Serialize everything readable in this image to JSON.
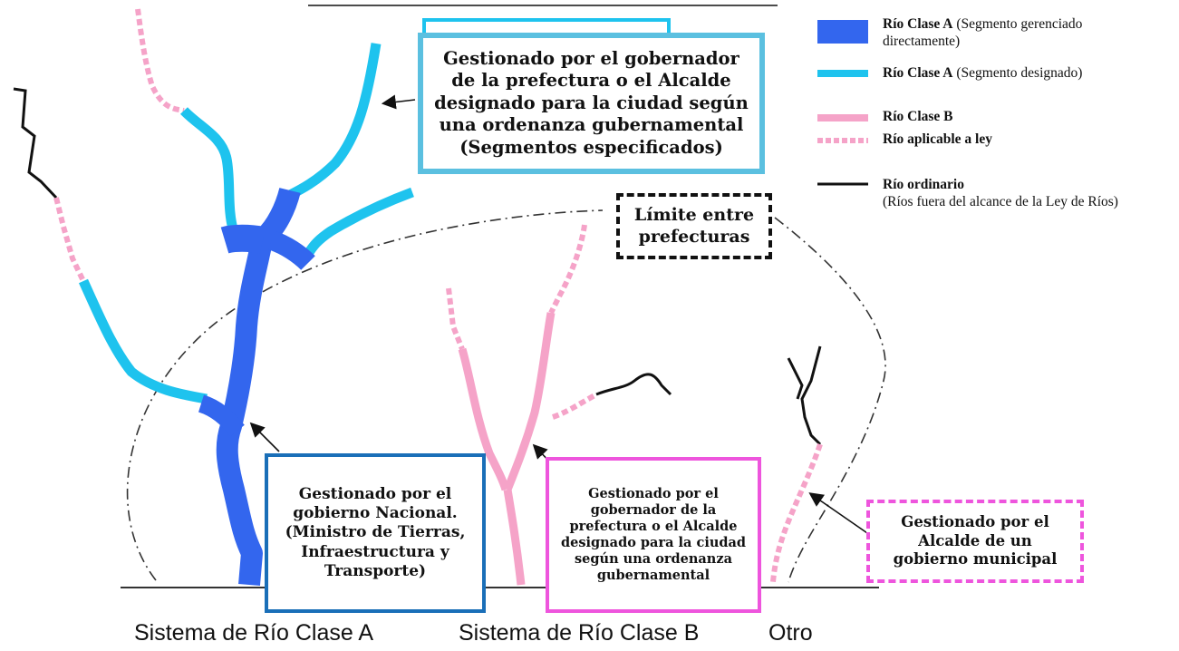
{
  "colors": {
    "class_a_direct": "#3366ee",
    "class_a_designated": "#1ec3ee",
    "class_b": "#f5a3c8",
    "ordinary": "#111111",
    "prefecture_box": "#5bc0e0",
    "national_box": "#1a6fb8",
    "class_b_box": "#ee55dd",
    "municipal_box": "#ee55dd"
  },
  "annotations": {
    "prefecture_segments": "Gestionado por el gobernador de la prefectura o el Alcalde designado para la ciudad según una ordenanza gubernamental (Segmentos especificados)",
    "prefecture_border": "Límite entre prefecturas",
    "national": "Gestionado por el gobierno Nacional. (Ministro de Tierras, Infraestructura y Transporte)",
    "class_b_manager": "Gestionado por el gobernador de la prefectura o el Alcalde designado para la ciudad según una ordenanza gubernamental",
    "municipal": "Gestionado por el Alcalde de un gobierno municipal"
  },
  "legend": [
    {
      "icon": "class-a-direct-swatch",
      "label": "Río Clase A",
      "sub": " (Segmento gerenciado directamente)"
    },
    {
      "icon": "class-a-designated-swatch",
      "label": "Río Clase A",
      "sub": " (Segmento designado)"
    },
    {
      "icon": "class-b-swatch",
      "label": "Río Clase B",
      "sub": ""
    },
    {
      "icon": "law-applicable-swatch",
      "label": "Río aplicable a ley",
      "sub": ""
    },
    {
      "icon": "ordinary-swatch",
      "label": "Río ordinario",
      "sub": "(Ríos fuera del alcance de la Ley de Ríos)"
    }
  ],
  "systems": {
    "class_a": "Sistema de Río Clase A",
    "class_b": "Sistema de Río Clase B",
    "other": "Otro"
  }
}
